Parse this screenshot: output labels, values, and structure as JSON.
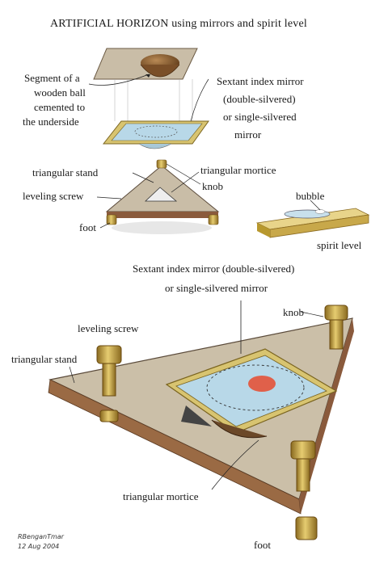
{
  "title": "ARTIFICIAL HORIZON using mirrors and spirit level",
  "top_labels": {
    "segment": [
      "Segment of a",
      "wooden ball",
      "cemented to",
      "the underside"
    ],
    "mirror": [
      "Sextant index mirror",
      "(double-silvered)",
      "or single-silvered",
      "mirror"
    ],
    "triangular_stand": "triangular stand",
    "triangular_mortice": "triangular mortice",
    "leveling_screw": "leveling screw",
    "knob": "knob",
    "foot": "foot",
    "bubble": "bubble",
    "spirit_level": "spirit level"
  },
  "bottom_labels": {
    "mirror_line1": "Sextant index mirror (double-silvered)",
    "mirror_line2": "or single-silvered mirror",
    "knob": "knob",
    "leveling_screw": "leveling screw",
    "triangular_stand": "triangular stand",
    "triangular_mortice": "triangular mortice",
    "foot": "foot"
  },
  "signature": [
    "RBenganTmar",
    "12 Aug 2004"
  ],
  "colors": {
    "wood": "#c9bda7",
    "wood_edge": "#8a5a3c",
    "brass": "#c9a640",
    "brass_dark": "#8a6a20",
    "mirror": "#b8d8e8",
    "mirror_frame": "#d8c470",
    "red_dot": "#e0604a",
    "ball": "#8a5a30"
  }
}
